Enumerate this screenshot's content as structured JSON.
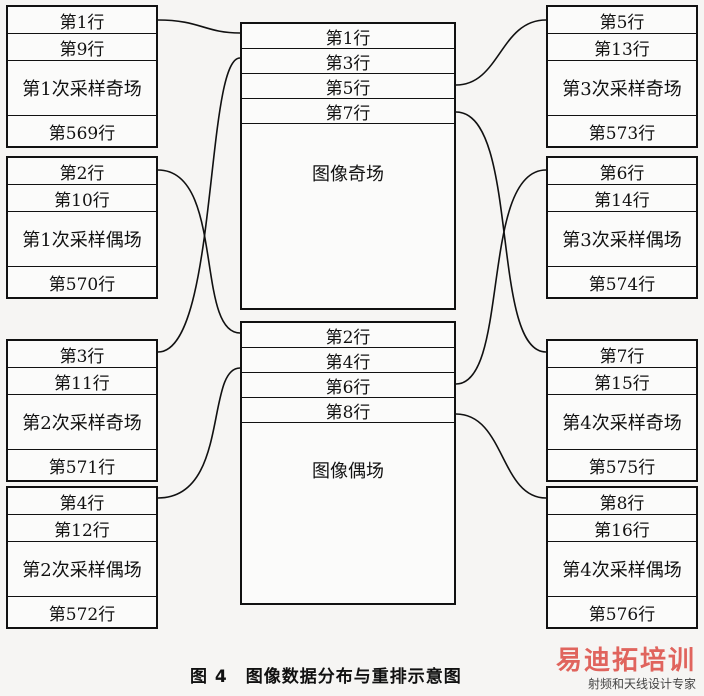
{
  "left_groups": [
    {
      "rows": [
        "第1行",
        "第9行",
        "第1次采样奇场",
        "第569行"
      ]
    },
    {
      "rows": [
        "第2行",
        "第10行",
        "第1次采样偶场",
        "第570行"
      ]
    },
    {
      "rows": [
        "第3行",
        "第11行",
        "第2次采样奇场",
        "第571行"
      ]
    },
    {
      "rows": [
        "第4行",
        "第12行",
        "第2次采样偶场",
        "第572行"
      ]
    }
  ],
  "right_groups": [
    {
      "rows": [
        "第5行",
        "第13行",
        "第3次采样奇场",
        "第573行"
      ]
    },
    {
      "rows": [
        "第6行",
        "第14行",
        "第3次采样偶场",
        "第574行"
      ]
    },
    {
      "rows": [
        "第7行",
        "第15行",
        "第4次采样奇场",
        "第575行"
      ]
    },
    {
      "rows": [
        "第8行",
        "第16行",
        "第4次采样偶场",
        "第576行"
      ]
    }
  ],
  "center_top": {
    "rows": [
      "第1行",
      "第3行",
      "第5行",
      "第7行"
    ],
    "label": "图像奇场"
  },
  "center_bottom": {
    "rows": [
      "第2行",
      "第4行",
      "第6行",
      "第8行"
    ],
    "label": "图像偶场"
  },
  "caption": "图 4　图像数据分布与重排示意图",
  "watermark": {
    "main": "易迪拓培训",
    "sub": "射频和天线设计专家"
  },
  "colors": {
    "line": "#111111",
    "watermark": "#d9342b"
  }
}
